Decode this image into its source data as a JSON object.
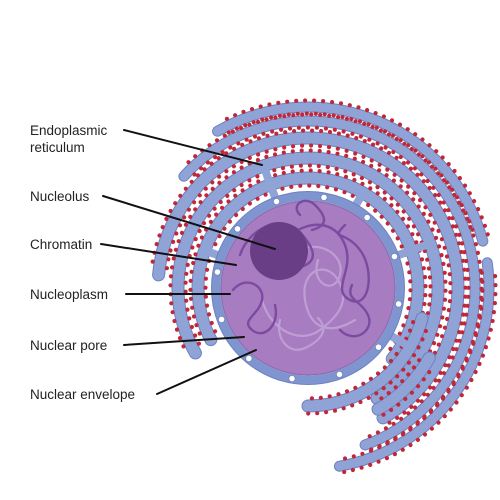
{
  "diagram": {
    "labels": {
      "endoplasmic_reticulum_line1": "Endoplasmic",
      "endoplasmic_reticulum_line2": "reticulum",
      "nucleolus": "Nucleolus",
      "chromatin": "Chromatin",
      "nucleoplasm": "Nucleoplasm",
      "nuclear_pore": "Nuclear pore",
      "nuclear_envelope": "Nuclear envelope"
    },
    "colors": {
      "er_fill": "#8fa3d6",
      "er_stroke": "#6d82bf",
      "ribosome": "#c0283a",
      "nucleoplasm": "#a77cc0",
      "nucleolus": "#6a3e86",
      "chromatin": "#8a58ae",
      "envelope": "#7f95cf",
      "label_text": "#222222"
    }
  }
}
